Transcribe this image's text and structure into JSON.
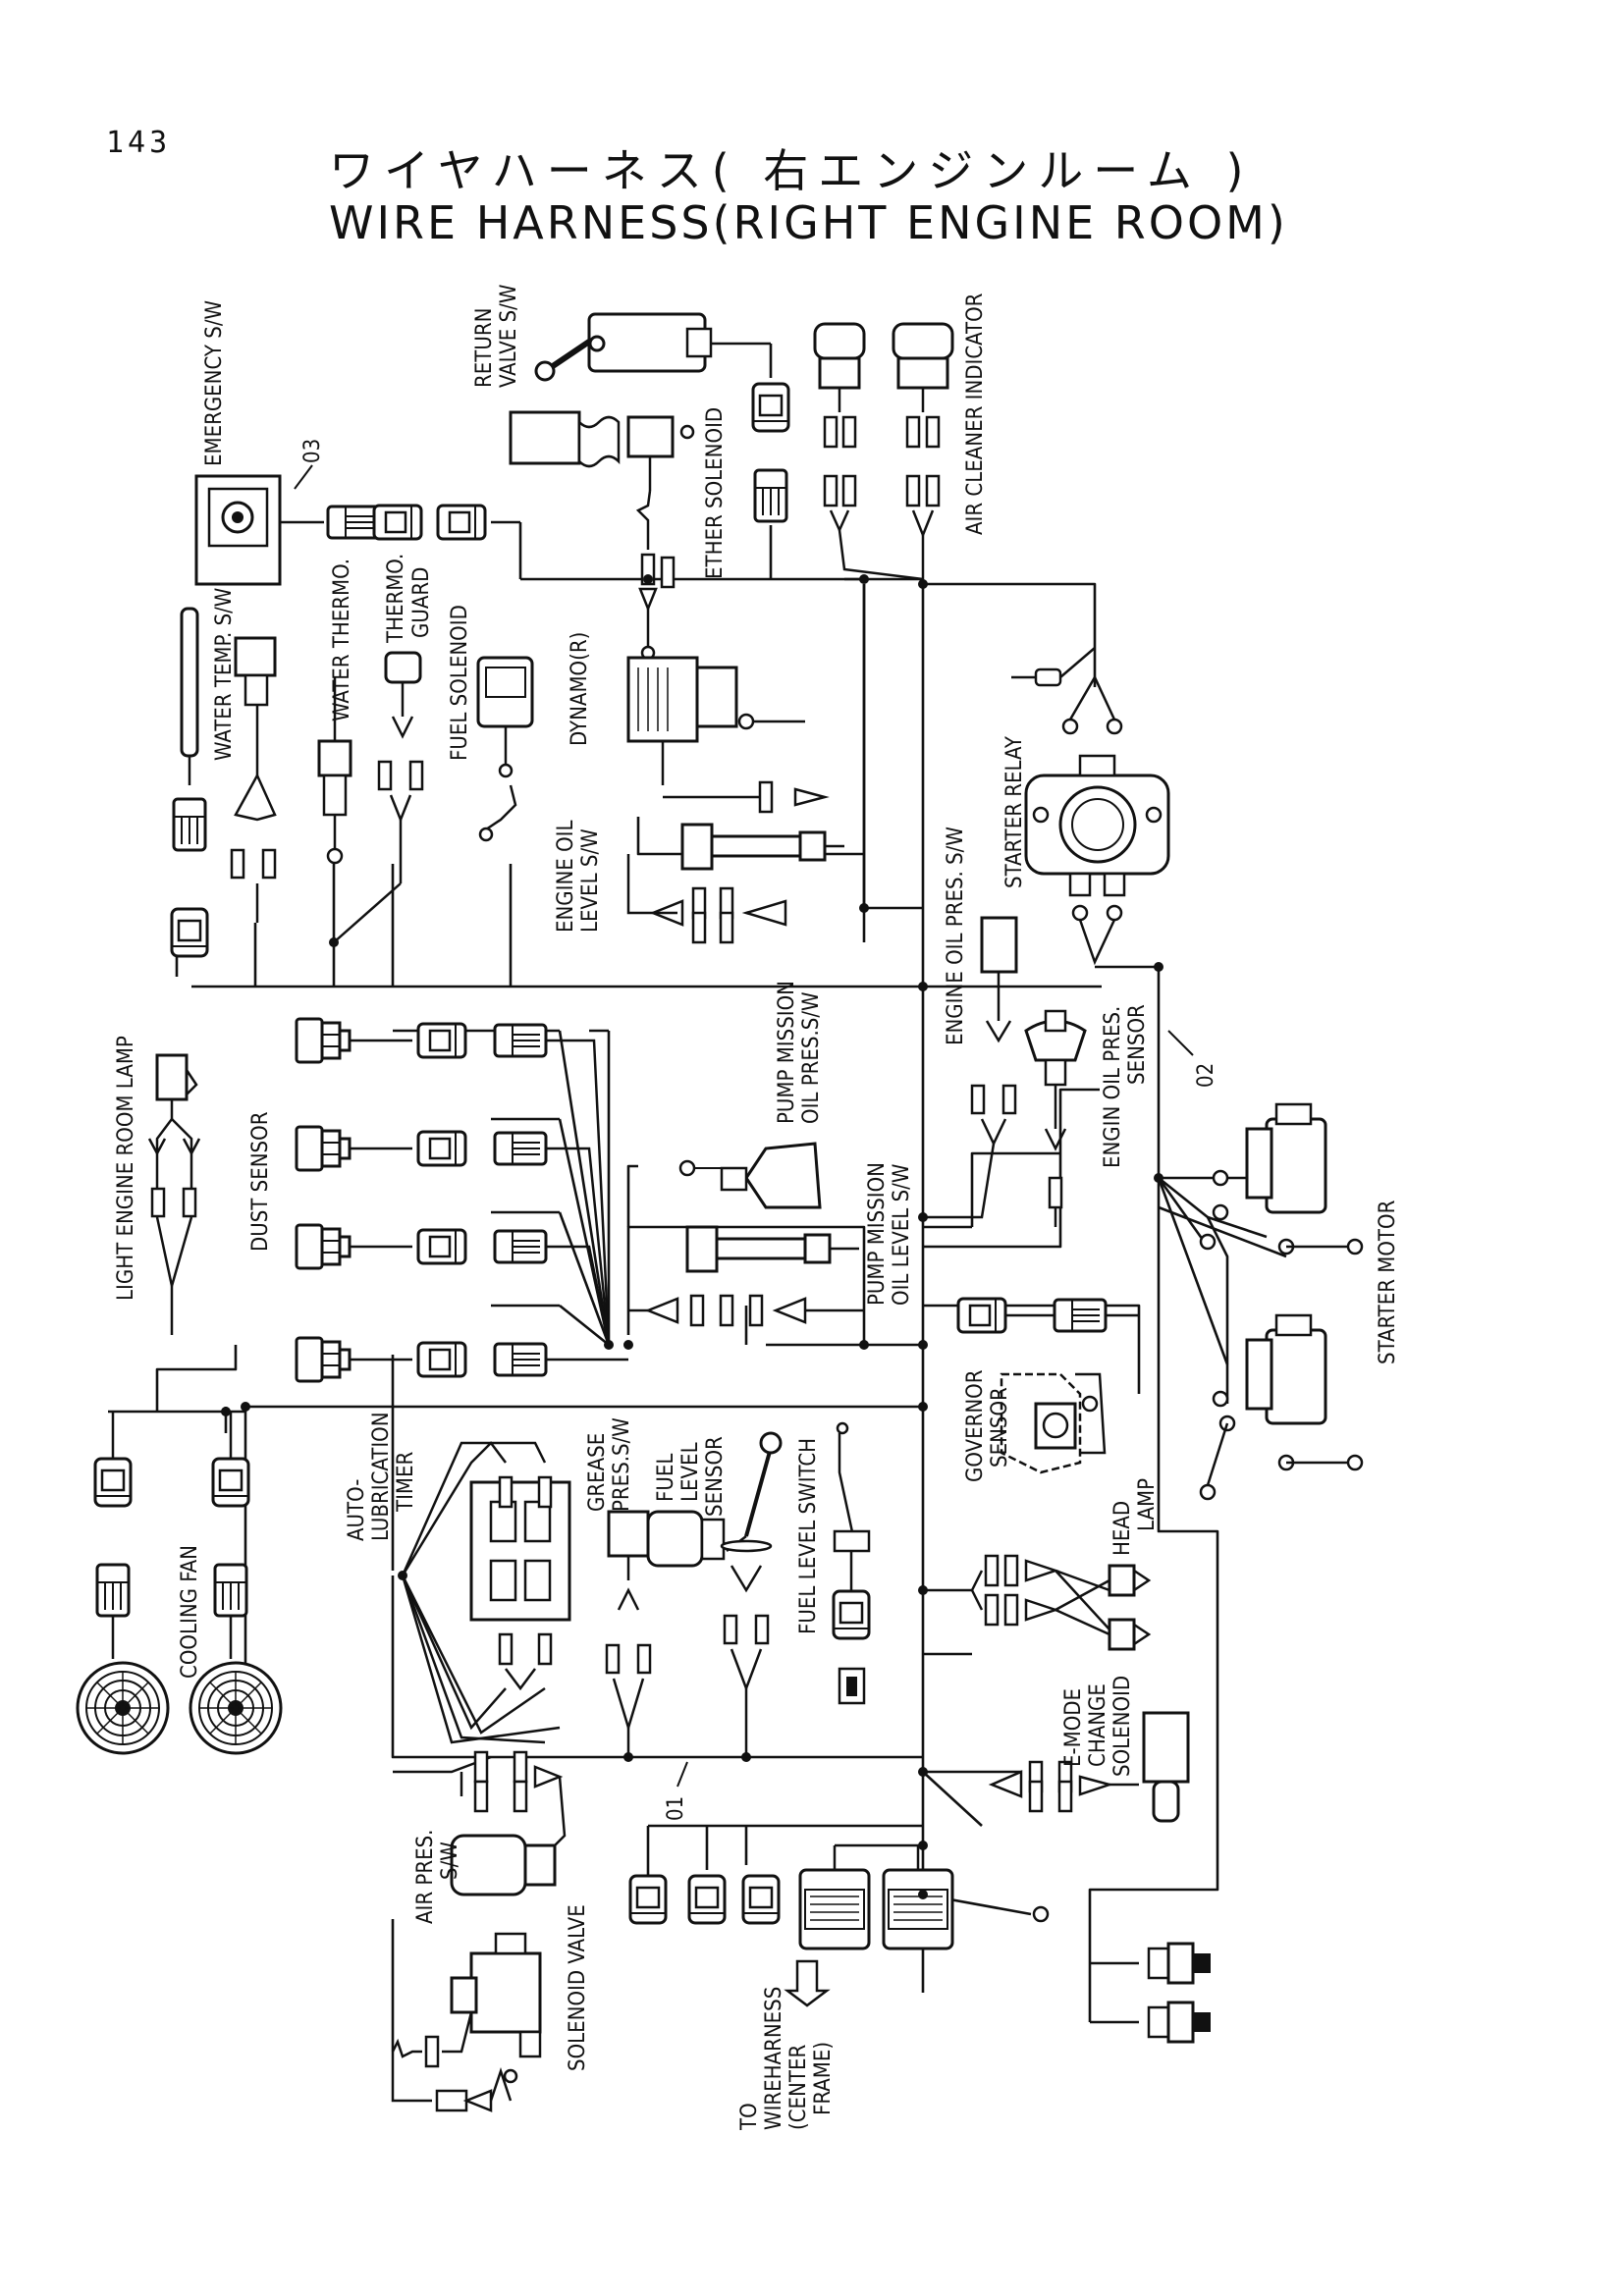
{
  "page": {
    "number": "143"
  },
  "title": {
    "japanese": "ワイヤハーネス( 右エンジンルーム )",
    "english": "WIRE HARNESS(RIGHT ENGINE ROOM)"
  },
  "labels": {
    "emergency_sw": "EMERGENCY S/W",
    "wire_03": "03",
    "return_valve_1": "RETURN",
    "return_valve_2": "VALVE S/W",
    "ether_solenoid": "ETHER SOLENOID",
    "air_cleaner_indicator": "AIR CLEANER INDICATOR",
    "water_temp_sw": "WATER TEMP. S/W",
    "water_thermo": "WATER THERMO.",
    "thermo_guard_1": "THERMO.",
    "thermo_guard_2": "GUARD",
    "fuel_solenoid": "FUEL SOLENOID",
    "dynamo": "DYNAMO(R)",
    "engine_oil_level_1": "ENGINE OIL",
    "engine_oil_level_2": "LEVEL S/W",
    "engine_oil_pres_sw": "ENGINE OIL PRES. S/W",
    "starter_relay": "STARTER RELAY",
    "engin_oil_pres_sensor_1": "ENGIN OIL PRES.",
    "engin_oil_pres_sensor_2": "SENSOR",
    "wire_02": "02",
    "starter_motor": "STARTER MOTOR",
    "light_engine_room_lamp": "LIGHT ENGINE ROOM LAMP",
    "dust_sensor": "DUST SENSOR",
    "pump_mission_oil_pres_1": "PUMP MISSION",
    "pump_mission_oil_pres_2": "OIL PRES.S/W",
    "pump_mission_oil_level_1": "PUMP MISSION",
    "pump_mission_oil_level_2": "OIL LEVEL S/W",
    "governor_sensor_1": "GOVERNOR",
    "governor_sensor_2": "SENSOR",
    "auto_lubrication_1": "AUTO-",
    "auto_lubrication_2": "LUBRICATION",
    "auto_lubrication_3": "TIMER",
    "grease_pres_1": "GREASE",
    "grease_pres_2": "PRES.S/W",
    "fuel_level_sensor_1": "FUEL",
    "fuel_level_sensor_2": "LEVEL",
    "fuel_level_sensor_3": "SENSOR",
    "fuel_level_switch": "FUEL LEVEL SWITCH",
    "head_lamp_1": "HEAD",
    "head_lamp_2": "LAMP",
    "cooling_fan": "COOLING FAN",
    "e_mode_1": "E-MODE",
    "e_mode_2": "CHANGE",
    "e_mode_3": "SOLENOID",
    "wire_01": "01",
    "air_pres_sw_1": "AIR PRES.",
    "air_pres_sw_2": "S/W",
    "solenoid_valve": "SOLENOID VALVE",
    "to_wireharness_1": "TO",
    "to_wireharness_2": "WIREHARNESS",
    "to_wireharness_3": "(CENTER",
    "to_wireharness_4": "FRAME)"
  }
}
